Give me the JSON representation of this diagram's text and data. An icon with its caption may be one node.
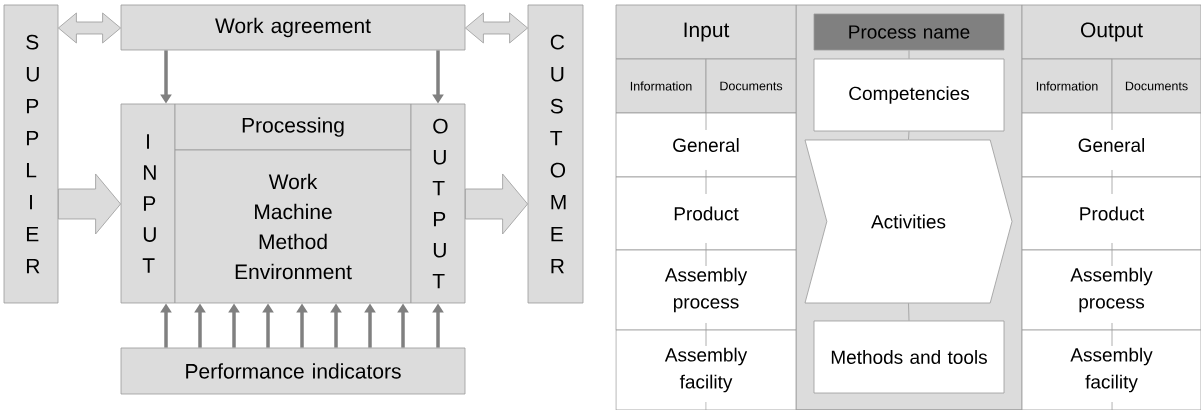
{
  "diagram": {
    "nodes": [
      {
        "text": [
          "S U P P L I E R"
        ]
      },
      {
        "text": [
          "Work agreement"
        ]
      },
      {
        "text": [
          "C U S T O M E R"
        ]
      },
      {
        "text": [
          "I N P U T"
        ]
      },
      {
        "text": [
          "Processing"
        ]
      },
      {
        "text": [
          "Work",
          "Machine",
          "Method",
          "Environment"
        ]
      },
      {
        "text": [
          "O U T P U T"
        ]
      },
      {
        "text": [
          "Performance indicators"
        ]
      },
      {
        "text": [
          "Input"
        ]
      },
      {
        "text": [
          "Information"
        ]
      },
      {
        "text": [
          "Documents"
        ]
      },
      {
        "text": [
          "General"
        ]
      },
      {
        "text": [
          "Product"
        ]
      },
      {
        "text": [
          "Assembly process"
        ]
      },
      {
        "text": [
          "Assembly facility"
        ]
      },
      {
        "text": [
          "Process name"
        ]
      },
      {
        "text": [
          "Competencies"
        ]
      },
      {
        "text": [
          "Activities"
        ]
      },
      {
        "text": [
          "Methods and tools"
        ]
      },
      {
        "text": [
          "Output"
        ]
      },
      {
        "text": [
          "Information"
        ]
      },
      {
        "text": [
          "Documents"
        ]
      },
      {
        "text": [
          "General"
        ]
      },
      {
        "text": [
          "Product"
        ]
      },
      {
        "text": [
          "Assembly process"
        ]
      },
      {
        "text": [
          "Assembly facility"
        ]
      }
    ],
    "edges": [
      {
        "from": 0,
        "to": 1,
        "arrow": "both",
        "style": "thick"
      },
      {
        "from": 1,
        "to": 2,
        "arrow": "both",
        "style": "thick"
      },
      {
        "from": 1,
        "to": 3,
        "arrow": "to"
      },
      {
        "from": 1,
        "to": 6,
        "arrow": "to"
      },
      {
        "from": 0,
        "to": 3,
        "arrow": "to",
        "style": "thick"
      },
      {
        "from": 6,
        "to": 2,
        "arrow": "to",
        "style": "thick"
      },
      {
        "from": 7,
        "to": 3,
        "arrow": "to"
      },
      {
        "from": 7,
        "to": 5,
        "arrow": "to"
      },
      {
        "from": 7,
        "to": 5,
        "arrow": "to"
      },
      {
        "from": 7,
        "to": 5,
        "arrow": "to"
      },
      {
        "from": 7,
        "to": 5,
        "arrow": "to"
      },
      {
        "from": 7,
        "to": 5,
        "arrow": "to"
      },
      {
        "from": 7,
        "to": 5,
        "arrow": "to"
      },
      {
        "from": 7,
        "to": 5,
        "arrow": "to"
      },
      {
        "from": 7,
        "to": 6,
        "arrow": "to"
      },
      {
        "from": 15,
        "to": 16,
        "arrow": "none"
      },
      {
        "from": 16,
        "to": 17,
        "arrow": "none"
      },
      {
        "from": 17,
        "to": 18,
        "arrow": "none"
      }
    ]
  }
}
